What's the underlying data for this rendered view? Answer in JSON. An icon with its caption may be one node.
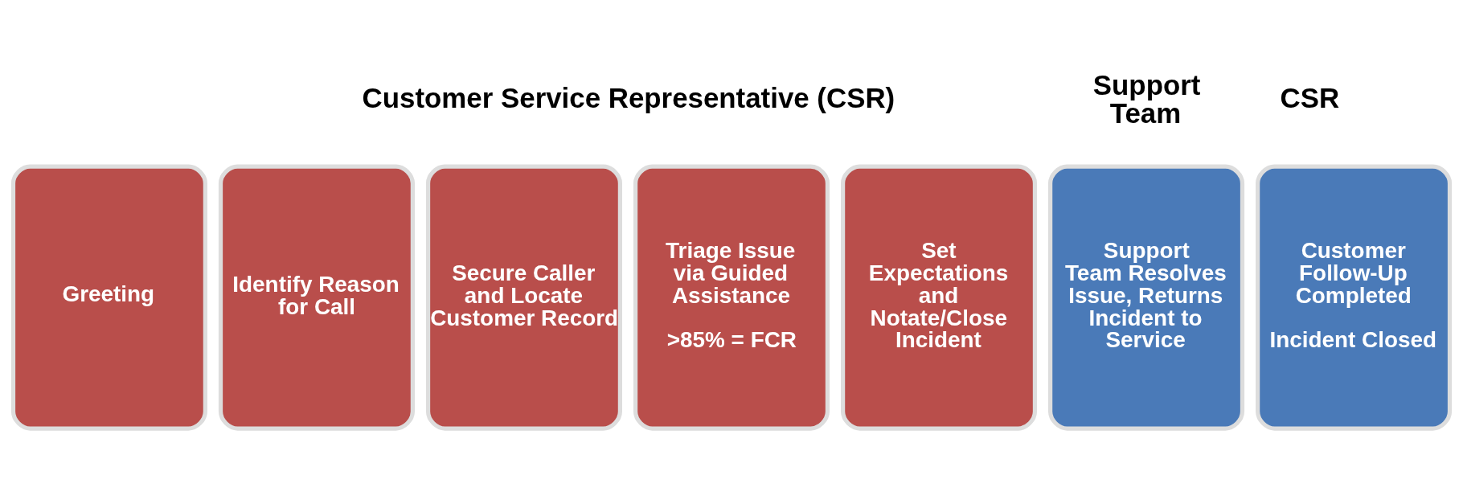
{
  "diagram": {
    "nodes": [
      {
        "text": [
          "Greeting"
        ]
      },
      {
        "text": [
          "Identify Reason for Call"
        ]
      },
      {
        "text": [
          "Secure Caller and Locate Customer Record"
        ]
      },
      {
        "text": [
          "Triage Issue via Guided Assistance",
          ">85% = FCR"
        ]
      },
      {
        "text": [
          "Set Expectations and Notate/Close Incident"
        ]
      },
      {
        "text": [
          "Support Team Resolves Issue, Returns Incident to Service"
        ]
      },
      {
        "text": [
          "Customer Follow-Up Completed",
          "Incident Closed"
        ]
      }
    ],
    "edges": [],
    "labels": [
      "Support Team",
      "Customer Service Representative (CSR)",
      "CSR"
    ]
  }
}
